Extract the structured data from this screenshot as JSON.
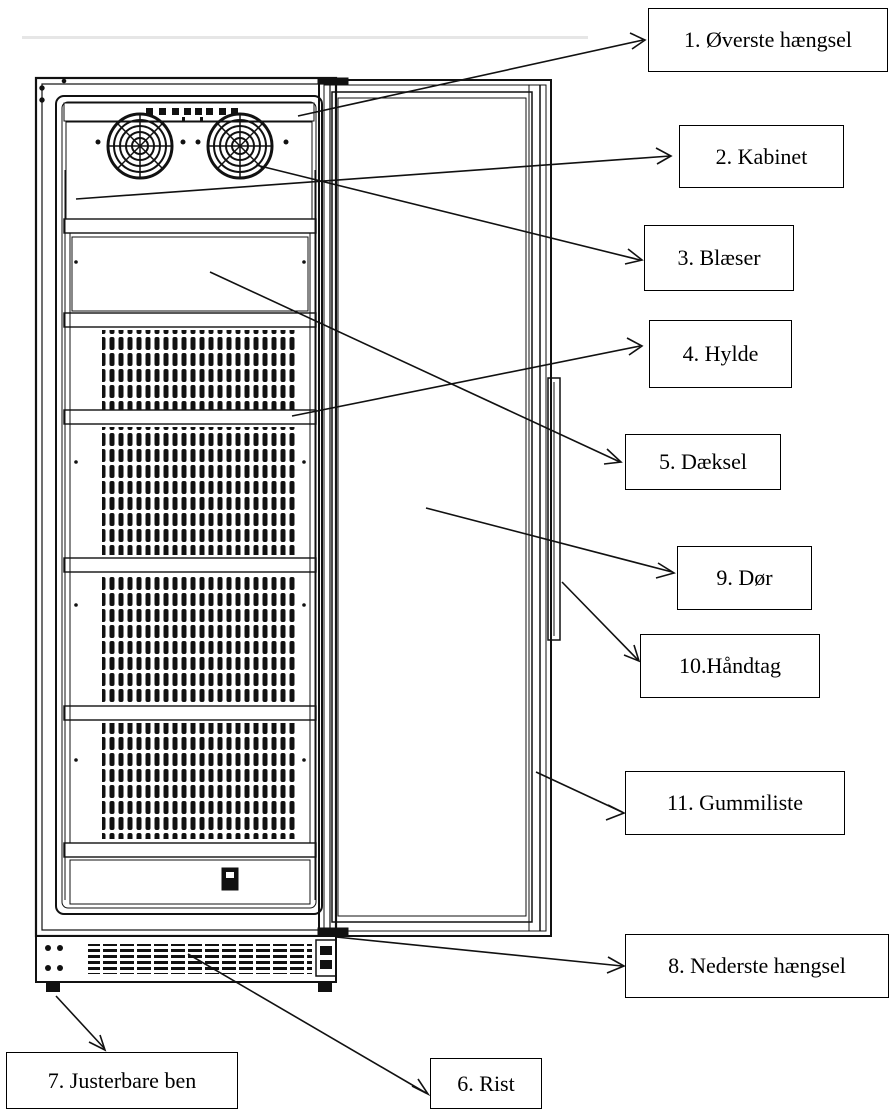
{
  "labels": {
    "top_hinge": "1. Øverste hængsel",
    "cabinet": "2. Kabinet",
    "fan": "3. Blæser",
    "shelf": "4. Hylde",
    "cover": "5. Dæksel",
    "grille": "6. Rist",
    "adjustable_legs": "7. Justerbare ben",
    "bottom_hinge": "8. Nederste hængsel",
    "door": "9. Dør",
    "handle": "10.Håndtag",
    "rubber_gasket": "11. Gummiliste"
  }
}
